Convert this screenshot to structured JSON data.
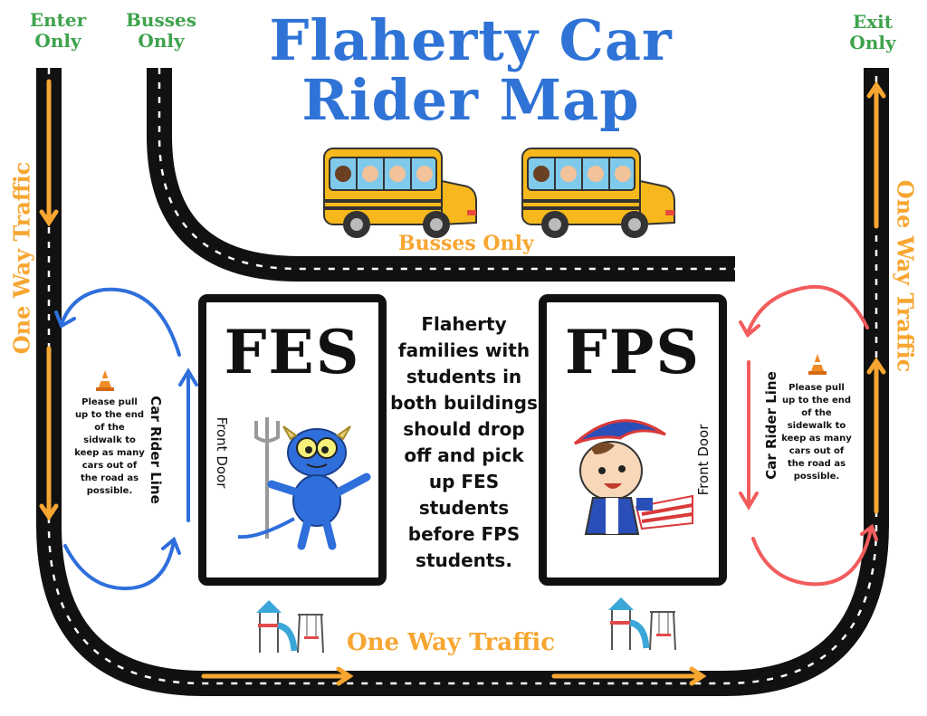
{
  "labels": {
    "enter_only": [
      "Enter",
      "Only"
    ],
    "busses_only_top": [
      "Busses",
      "Only"
    ],
    "exit_only": [
      "Exit",
      "Only"
    ]
  },
  "title": [
    "Flaherty Car",
    "Rider Map"
  ],
  "busses_only": "Busses Only",
  "one_way_traffic": "One Way Traffic",
  "fes": {
    "name": "FES",
    "door": "Front Door",
    "car_rider_line": "Car Rider Line",
    "note": [
      "Please pull",
      "up to the end",
      "of the",
      "sidwalk to",
      "keep as many",
      "cars out of",
      "the road as",
      "possible."
    ]
  },
  "fps": {
    "name": "FPS",
    "door": "Front Door",
    "car_rider_line": "Car Rider Line",
    "note": [
      "Please pull",
      "up to the end",
      "of the",
      "sidewalk to",
      "keep as many",
      "cars out of",
      "the road as",
      "possible."
    ]
  },
  "center_message": [
    "Flaherty",
    "families with",
    "students in",
    "both buildings",
    "should drop",
    "off and pick",
    "up FES",
    "students",
    "before FPS",
    "students."
  ],
  "colors": {
    "title_blue": "#2f73d6",
    "label_green": "#3fa34d",
    "traffic_orange": "#f7a631",
    "fes_arrow_blue": "#2f6fdc",
    "fps_arrow_red": "#f25c5c",
    "road_black": "#111111",
    "bus_yellow": "#f6b81c"
  },
  "icons": [
    "school-bus-icon",
    "traffic-cone-icon",
    "playground-icon",
    "blue-devil-mascot",
    "patriot-mascot"
  ]
}
